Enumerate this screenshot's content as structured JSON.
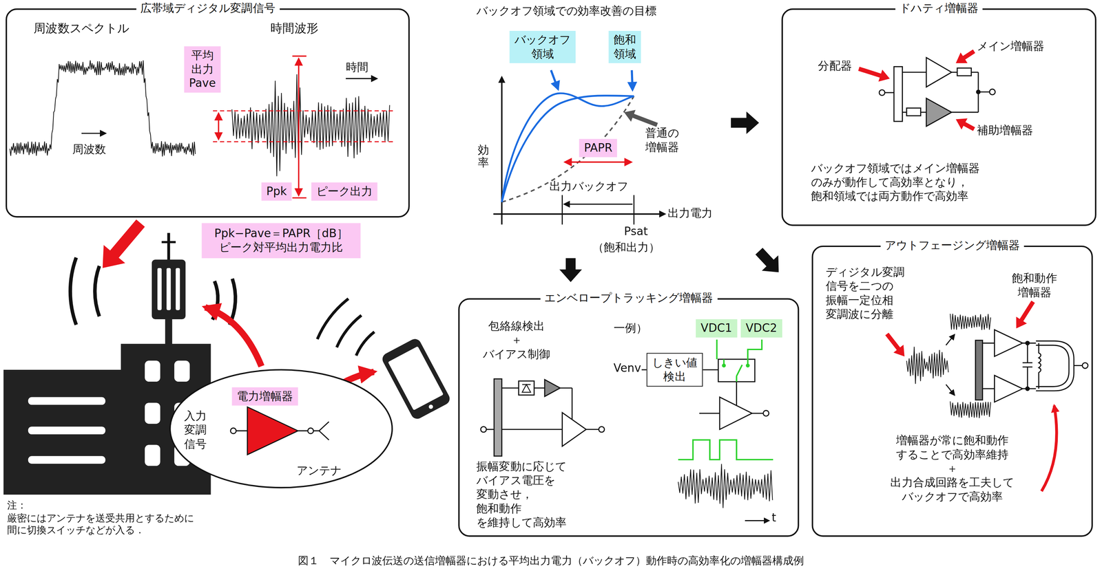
{
  "diagram": {
    "caption": "図１　マイクロ波伝送の送信増幅器における平均出力電力（バックオフ）動作時の高効率化の増幅器構成例",
    "nodes": [
      {
        "text": [
          "広帯域ディジタル変調信号"
        ]
      },
      {
        "text": [
          "平均 出力 Pave"
        ],
        "in": 0
      },
      {
        "text": [
          "Ppk"
        ],
        "in": 0
      },
      {
        "text": [
          "ピーク出力"
        ],
        "in": 0
      },
      {
        "text": [
          "Ppk−Pave＝PAPR［dB］",
          "ピーク対平均出力電力比"
        ]
      },
      {
        "text": [
          "入力 変調 信号",
          "アンテナ"
        ]
      },
      {
        "text": [
          "電力増幅器"
        ],
        "in": 5
      },
      {
        "text": [
          "バックオフ 領域"
        ]
      },
      {
        "text": [
          "飽和 領域"
        ]
      },
      {
        "text": [
          "PAPR"
        ]
      },
      {
        "text": [
          "ドハティ増幅器",
          "バックオフ領域ではメイン増幅器 のみが動作して高効率となり， 飽和領域では両方動作で高効率"
        ]
      },
      {
        "text": [
          "エンベロープトラッキング増幅器"
        ]
      },
      {
        "text": [
          "VDC1"
        ],
        "in": 11
      },
      {
        "text": [
          "VDC2"
        ],
        "in": 11
      },
      {
        "text": [
          "しきい値 検出"
        ],
        "in": 11
      },
      {
        "text": [
          "アウトフェージング増幅器"
        ]
      }
    ],
    "labels": [
      "周波数スペクトル",
      "時間波形",
      "周波数",
      "時間",
      "注：厳密にはアンテナを送受共用とするために 間に切換スイッチなどが入る．",
      "バックオフ領域での効率改善の目標",
      "効率",
      "出力電力",
      "普通の 増幅器",
      "出力バックオフ",
      "Psat",
      "（飽和出力）",
      "分配器",
      "メイン増幅器",
      "補助増幅器",
      "包絡線検出 ＋ バイアス制御",
      "一例）",
      "Venv",
      "振幅変動に応じて バイアス電圧を 変動させ，飽和動作 を維持して高効率",
      "t",
      "ディジタル変調 信号を二つの 振幅一定位相 変調波に分離",
      "飽和動作 増幅器",
      "増幅器が常に飽和動作 することで高効率維持 ＋ 出力合成回路を工夫して バックオフで高効率"
    ]
  }
}
